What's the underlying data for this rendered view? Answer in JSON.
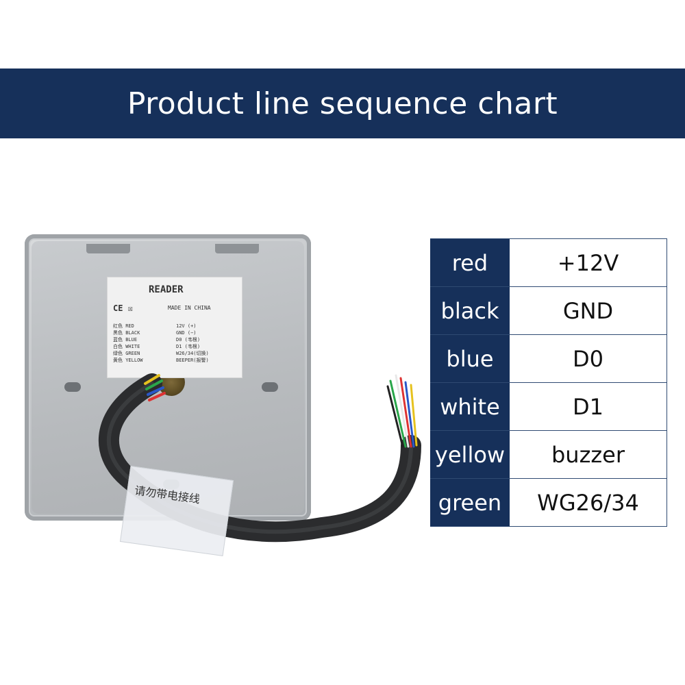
{
  "banner": {
    "title": "Product line sequence chart"
  },
  "device": {
    "sticker": {
      "title": "READER",
      "marks": "CE ☒",
      "made_in": "MADE IN CHINA",
      "rows": [
        {
          "color": "红色 RED",
          "func": "12V (+)"
        },
        {
          "color": "黑色 BLACK",
          "func": "GND (−)"
        },
        {
          "color": "蓝色 BLUE",
          "func": "D0 (韦根)"
        },
        {
          "color": "白色 WHITE",
          "func": "D1 (韦根)"
        },
        {
          "color": "绿色 GREEN",
          "func": "W26/34(切换)"
        },
        {
          "color": "黄色 YELLOW",
          "func": "BEEPER(报警)"
        }
      ]
    },
    "cable_label": "请勿带电接线"
  },
  "wiring_table": [
    {
      "color": "red",
      "function": "+12V"
    },
    {
      "color": "black",
      "function": "GND"
    },
    {
      "color": "blue",
      "function": "D0"
    },
    {
      "color": "white",
      "function": "D1"
    },
    {
      "color": "yellow",
      "function": "buzzer"
    },
    {
      "color": "green",
      "function": "WG26/34"
    }
  ],
  "colors": {
    "banner_bg": "#16305a",
    "table_header_bg": "#16305a"
  }
}
